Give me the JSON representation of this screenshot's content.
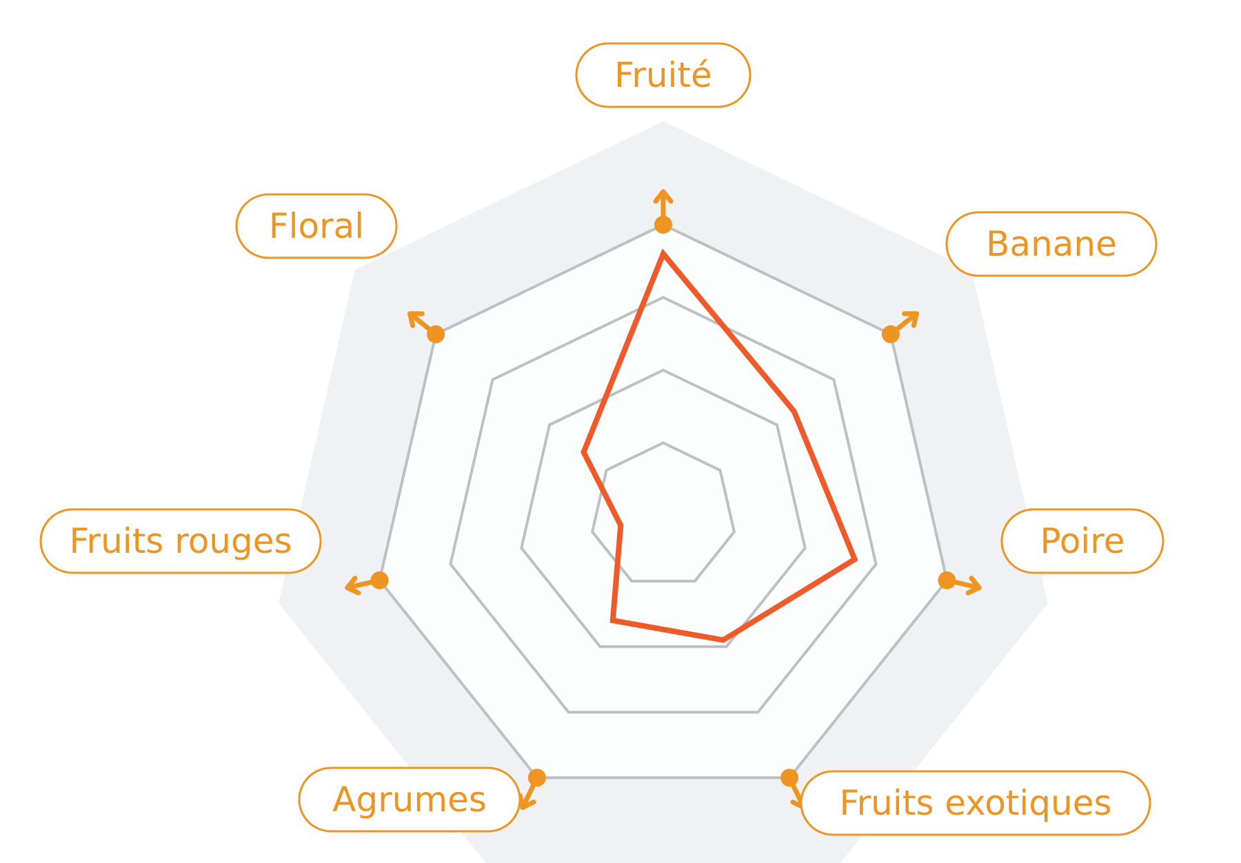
{
  "chart_data": {
    "type": "radar",
    "axes": [
      "Fruité",
      "Banane",
      "Poire",
      "Fruits exotiques",
      "Agrumes",
      "Fruits rouges",
      "Floral"
    ],
    "series": [
      {
        "values": [
          3.6,
          2.3,
          2.7,
          1.9,
          1.6,
          0.6,
          1.4
        ]
      }
    ],
    "rmax": 4,
    "rings": 4,
    "grid": true
  },
  "colors": {
    "accent": "#EE9422",
    "series": "#EE5A2A",
    "grid": "#BDBFC2",
    "outer_fill": "#F0F1F2",
    "inner_fill": "#FCFDFD",
    "label_fill": "#FFFFFF"
  }
}
